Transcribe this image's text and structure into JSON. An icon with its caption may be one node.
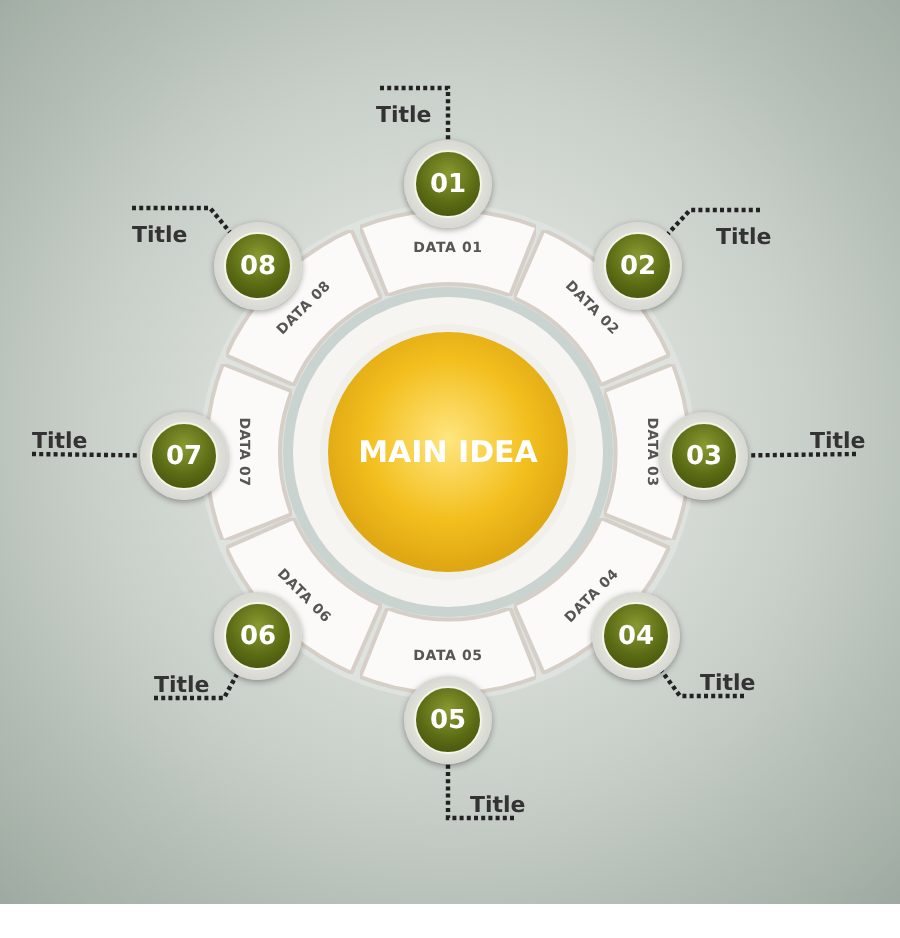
{
  "diagram": {
    "nodes": [
      {
        "text": [
          "MAIN IDEA"
        ]
      },
      {
        "text": [
          "DATA 01"
        ]
      },
      {
        "text": [
          "DATA 02"
        ]
      },
      {
        "text": [
          "DATA 03"
        ]
      },
      {
        "text": [
          "DATA 04"
        ]
      },
      {
        "text": [
          "DATA 05"
        ]
      },
      {
        "text": [
          "DATA 06"
        ]
      },
      {
        "text": [
          "DATA 07"
        ]
      },
      {
        "text": [
          "DATA 08"
        ]
      },
      {
        "text": [
          "01"
        ]
      },
      {
        "text": [
          "02"
        ]
      },
      {
        "text": [
          "03"
        ]
      },
      {
        "text": [
          "04"
        ]
      },
      {
        "text": [
          "05"
        ]
      },
      {
        "text": [
          "06"
        ]
      },
      {
        "text": [
          "07"
        ]
      },
      {
        "text": [
          "08"
        ]
      },
      {
        "text": [
          "Title"
        ]
      },
      {
        "text": [
          "Title"
        ]
      },
      {
        "text": [
          "Title"
        ]
      },
      {
        "text": [
          "Title"
        ]
      },
      {
        "text": [
          "Title"
        ]
      },
      {
        "text": [
          "Title"
        ]
      },
      {
        "text": [
          "Title"
        ]
      },
      {
        "text": [
          "Title"
        ]
      }
    ],
    "edges": [
      {
        "from": 17,
        "to": 9,
        "arrow": "none",
        "style": "dashed"
      },
      {
        "from": 18,
        "to": 10,
        "arrow": "none",
        "style": "dashed"
      },
      {
        "from": 19,
        "to": 11,
        "arrow": "none",
        "style": "dashed"
      },
      {
        "from": 20,
        "to": 12,
        "arrow": "none",
        "style": "dashed"
      },
      {
        "from": 21,
        "to": 13,
        "arrow": "none",
        "style": "dashed"
      },
      {
        "from": 22,
        "to": 14,
        "arrow": "none",
        "style": "dashed"
      },
      {
        "from": 23,
        "to": 15,
        "arrow": "none",
        "style": "dashed"
      },
      {
        "from": 24,
        "to": 16,
        "arrow": "none",
        "style": "dashed"
      }
    ]
  }
}
